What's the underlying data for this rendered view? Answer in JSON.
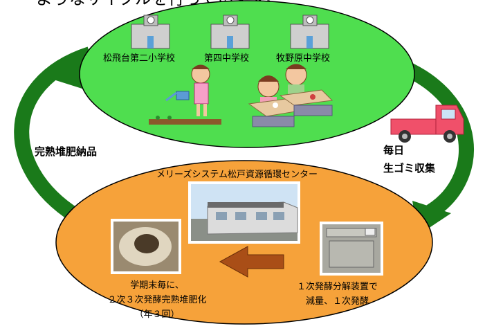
{
  "top_cut_text": "ようなサイクルを行っています。",
  "schools": [
    {
      "name": "松飛台第二小学校"
    },
    {
      "name": "第四中学校"
    },
    {
      "name": "牧野原中学校"
    }
  ],
  "left_label": "完熟堆肥納品",
  "right_label_line1": "毎日",
  "right_label_line2": "生ゴミ収集",
  "center_title": "メリーズシステム松戸資源循環センター",
  "bottom_left_lines": [
    "学期末毎に、",
    "２次３次発酵完熟堆肥化",
    "（年３回）"
  ],
  "bottom_right_lines": [
    "１次発酵分解装置で",
    "減量、１次発酵"
  ],
  "colors": {
    "top_ellipse": "#4fde4f",
    "bottom_ellipse": "#f6a23a",
    "cycle_arrow": "#1a7a1a",
    "inner_arrow": "#a94e17",
    "truck": "#f0506a"
  }
}
